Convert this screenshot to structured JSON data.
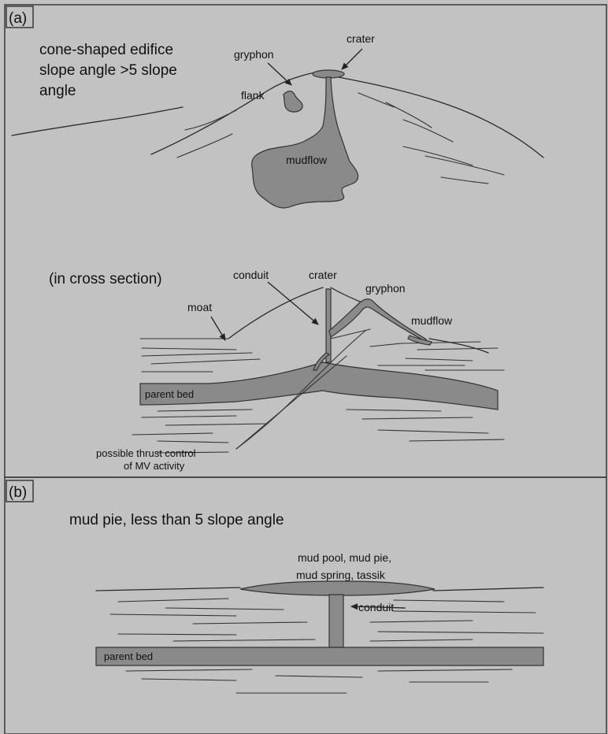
{
  "panel_a": {
    "tag": "(a)",
    "title_lines": [
      "cone-shaped edifice",
      "slope angle >5  slope",
      "angle"
    ],
    "labels": {
      "gryphon": "gryphon",
      "crater": "crater",
      "flank": "flank",
      "mudflow": "mudflow"
    }
  },
  "cross_section": {
    "heading": "(in cross section)",
    "labels": {
      "conduit": "conduit",
      "crater": "crater",
      "gryphon": "gryphon",
      "moat": "moat",
      "mudflow": "mudflow",
      "parent_bed": "parent bed",
      "thrust_line1": "possible thrust control",
      "thrust_line2": "of MV activity"
    }
  },
  "panel_b": {
    "tag": "(b)",
    "heading": "mud pie, less than 5 slope angle",
    "labels": {
      "pool_line1": "mud pool, mud pie,",
      "pool_line2": "mud spring, tassik",
      "conduit": "conduit",
      "parent_bed": "parent bed"
    }
  },
  "colors": {
    "background": "#c2c2c2",
    "mud_fill": "#8a8a8a",
    "line": "#2a2a2a"
  }
}
